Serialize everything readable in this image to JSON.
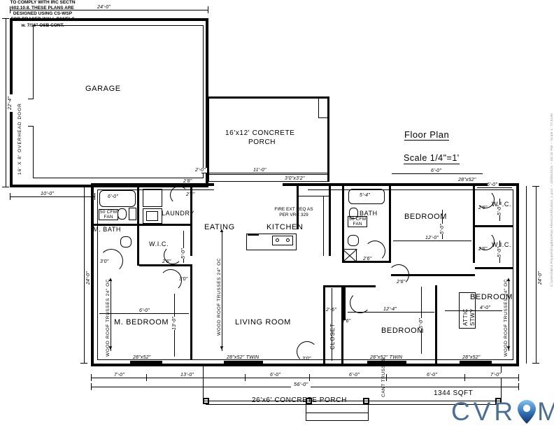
{
  "sheet": {
    "title": "Floor Plan",
    "scale": "Scale 1/4\"=1'",
    "sqft": "1344 SQFT",
    "code_note": "TO COMPLY WITH IRC SECTN 602.10.8. THESE PLANS ARE DESIGNED USING CS-WSP FOR BRACED WALL PANELS w. 7/16\" OSB CONT.",
    "code_note_lines": [
      "TO COMPLY WITH IRC SECTN",
      "602.10.8. THESE PLANS ARE",
      "DESIGNED USING CS-WSP",
      "FOR BRACED WALL PANELS",
      "w. 7/16\" OSB CONT."
    ],
    "plot_stamp": "C:\\Users\\Bird Private\\Dropbox\\Plan Files\\Certification_1.pcd -- 10/05/2025 -- 04:10 PM -- Scale 1: 77.5185",
    "logo": {
      "text_left": "CVR",
      "text_right": "MLS",
      "color": "#4a6f96",
      "pin_color_top": "#8ec6f0",
      "pin_color_bottom": "#1b3f7a"
    }
  },
  "rooms": [
    {
      "name": "GARAGE",
      "label": "GARAGE"
    },
    {
      "name": "porch-front",
      "label": "16'x12' CONCRETE",
      "label2": "PORCH"
    },
    {
      "name": "m-bath",
      "label": "M. BATH"
    },
    {
      "name": "laundry",
      "label": "LAUNDRY"
    },
    {
      "name": "wic-master",
      "label": "W.I.C."
    },
    {
      "name": "eating",
      "label": "EATING"
    },
    {
      "name": "kitchen",
      "label": "KITCHEN"
    },
    {
      "name": "bath",
      "label": "BATH"
    },
    {
      "name": "bedroom-ne",
      "label": "BEDROOM"
    },
    {
      "name": "wic-ne",
      "label": "W.I.C."
    },
    {
      "name": "wic-se",
      "label": "W.I.C."
    },
    {
      "name": "m-bedroom",
      "label": "M. BEDROOM"
    },
    {
      "name": "living-room",
      "label": "LIVING ROOM"
    },
    {
      "name": "closet",
      "label": "CLOSET"
    },
    {
      "name": "bedroom-s",
      "label": "BEDROOM"
    },
    {
      "name": "bedroom-se",
      "label": "BEDROOM"
    },
    {
      "name": "attic-stwy",
      "label": "ATTIC STWY"
    },
    {
      "name": "porch-rear",
      "label": "26'x6' CONCRETE PORCH"
    }
  ],
  "labels": {
    "garage": "GARAGE",
    "overhead_door": "16' X 8' OVERHEAD DOOR",
    "porch_front_1": "16'x12' CONCRETE",
    "porch_front_2": "PORCH",
    "porch_rear": "26'x6' CONCRETE PORCH",
    "m_bath": "M. BATH",
    "laundry": "LAUNDRY",
    "wic": "W.I.C.",
    "eating": "EATING",
    "kitchen": "KITCHEN",
    "bath": "BATH",
    "bedroom": "BEDROOM",
    "m_bedroom": "M. BEDROOM",
    "living_room": "LIVING ROOM",
    "closet": "CLOSET",
    "attic_stwy_1": "ATTIC",
    "attic_stwy_2": "STWY",
    "fan_1": "50 CFM",
    "fan_2": "FAN",
    "fire_ext_1": "FIRE EXT REQ AS",
    "fire_ext_2": "PER VRC 329",
    "trusses": "WOOD ROOF TRUSSES 24\" OC",
    "cant_trusses": "CANT TRUSSES"
  },
  "dimensions": {
    "garage_width": "24'-0\"",
    "garage_depth": "22'-4\"",
    "house_depth_left": "24'-0\"",
    "house_depth_right": "24'-0\"",
    "house_width_total": "56'-0\"",
    "left_offset": "10'-0\"",
    "porch_step": "2'-0\"",
    "porch_run": "11'-0\"",
    "entry_door": "3'0\"x3'2\"",
    "bay_a": "6'-0\"",
    "bay_b": "6'-0\"",
    "bay_c": "6'-0\"",
    "bay_d": "6'-0\"",
    "bath_tub": "5'-4\"",
    "m_bath_tub": "6'-0\"",
    "wic_ne_w": "6'-0\"",
    "bed_ne_w": "12'-0\"",
    "bed_s_w": "12'-4\"",
    "m_bed_w": "6'-0\"",
    "m_bed_d": "13'-0\"",
    "attic_w": "4'-0\"",
    "closet_w": "2'-6\"",
    "bot_7": "7'-0\"",
    "bot_13": "13'-0\"",
    "bot_6a": "6'-0\"",
    "bot_6b": "6'-0\"",
    "bot_7b": "7'-0\"",
    "side_2": "2'-0\"",
    "side_5": "5'-0\"",
    "side_11": "11'-0\"",
    "bed_depth": "5'-0\""
  },
  "doors": [
    {
      "name": "door-2-6",
      "size": "2'6\""
    },
    {
      "name": "door-3-0",
      "size": "3'0\""
    },
    {
      "name": "door-2-8",
      "size": "2'8\""
    }
  ],
  "windows": [
    {
      "name": "win-m-bedroom",
      "size": "28\"x52\""
    },
    {
      "name": "win-living-1",
      "size": "28\"x52\" TWIN"
    },
    {
      "name": "win-living-2",
      "size": "28\"x52\" TWIN"
    },
    {
      "name": "win-bed-s",
      "size": "28\"x52\" TWIN"
    },
    {
      "name": "win-bed-se",
      "size": "28\"x52\""
    },
    {
      "name": "win-bed-ne",
      "size": "28\"x52\""
    },
    {
      "name": "win-wic-ne",
      "size": "28\"x52\""
    }
  ]
}
